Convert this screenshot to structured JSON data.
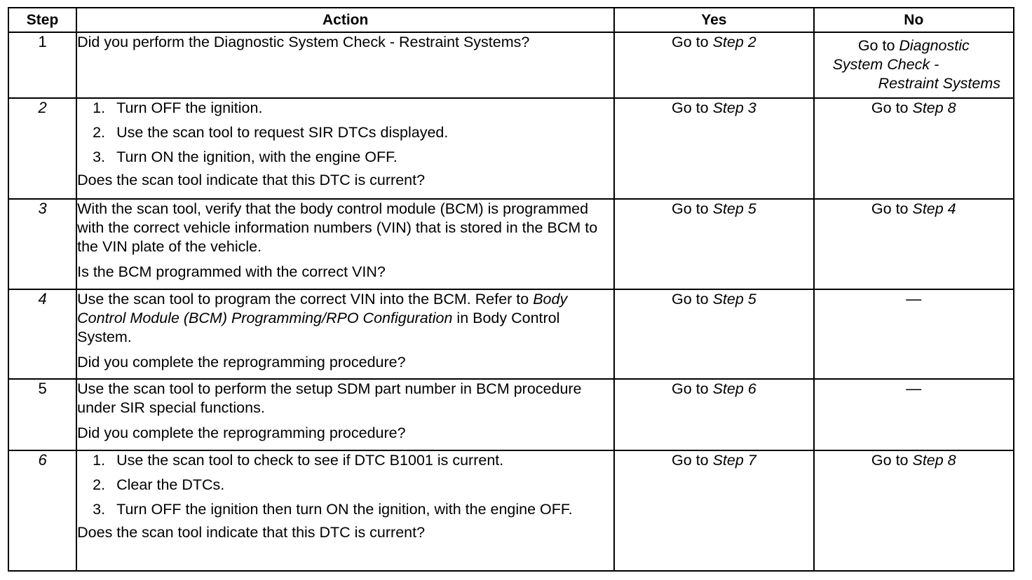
{
  "headers": {
    "step": "Step",
    "action": "Action",
    "yes": "Yes",
    "no": "No"
  },
  "rows": [
    {
      "step": "1",
      "action_question": "Did you perform the Diagnostic System Check - Restraint Systems?",
      "yes_prefix": "Go to ",
      "yes_ref": "Step 2",
      "no_line1_prefix": "Go to ",
      "no_line1_ref": "Diagnostic",
      "no_line2": "System Check -",
      "no_line3": "Restraint Systems"
    },
    {
      "step": "2",
      "steps": [
        {
          "num": "1.",
          "text": "Turn OFF the ignition."
        },
        {
          "num": "2.",
          "text": "Use the scan tool to request SIR DTCs displayed."
        },
        {
          "num": "3.",
          "text": "Turn ON the ignition, with the engine OFF."
        }
      ],
      "action_question": "Does the scan tool indicate that this DTC is current?",
      "yes_prefix": "Go to ",
      "yes_ref": "Step 3",
      "no_prefix": "Go to ",
      "no_ref": "Step 8"
    },
    {
      "step": "3",
      "action_text": "With the scan tool, verify that the body control module (BCM) is programmed with the correct vehicle information numbers (VIN) that is stored in the BCM to the VIN plate of the vehicle.",
      "action_question": "Is the BCM programmed with the correct VIN?",
      "yes_prefix": "Go to ",
      "yes_ref": "Step 5",
      "no_prefix": "Go to ",
      "no_ref": "Step 4"
    },
    {
      "step": "4",
      "action_text_a": "Use the scan tool to program the correct VIN into the BCM. Refer to ",
      "action_text_ref": "Body Control Module (BCM) Programming/RPO Configuration",
      "action_text_b": " in Body Control System.",
      "action_question": "Did you complete the reprogramming procedure?",
      "yes_prefix": "Go to ",
      "yes_ref": "Step 5",
      "no_text": "—"
    },
    {
      "step": "5",
      "action_text": "Use the scan tool to perform the setup SDM part number in BCM procedure under SIR special functions.",
      "action_question": "Did you complete the reprogramming procedure?",
      "yes_prefix": "Go to ",
      "yes_ref": "Step 6",
      "no_text": "—"
    },
    {
      "step": "6",
      "steps": [
        {
          "num": "1.",
          "text": "Use the scan tool to check to see if DTC B1001 is current."
        },
        {
          "num": "2.",
          "text": "Clear the DTCs."
        },
        {
          "num": "3.",
          "text": "Turn OFF the ignition then turn ON the ignition, with the engine OFF."
        }
      ],
      "action_question": "Does the scan tool indicate that this DTC is current?",
      "yes_prefix": "Go to ",
      "yes_ref": "Step 7",
      "no_prefix": "Go to ",
      "no_ref": "Step 8"
    }
  ]
}
